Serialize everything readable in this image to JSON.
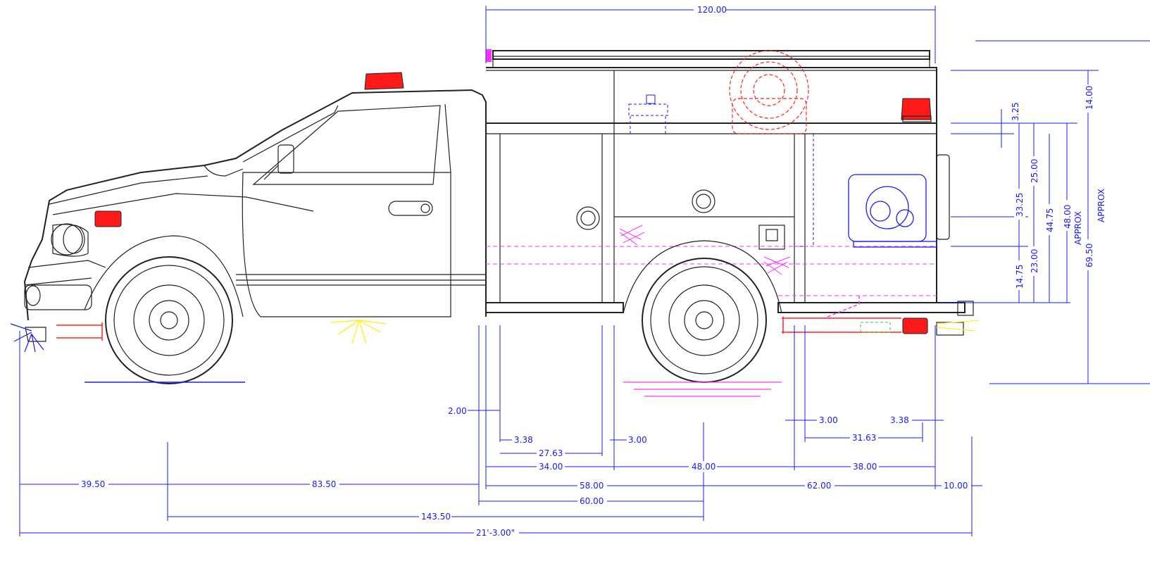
{
  "colors": {
    "linework": "#222222",
    "dimension": "#1a1aff",
    "warning_light": "#ff1a1a",
    "hidden_red": "#ff2020",
    "magenta": "#ff33ff",
    "amber": "#ffee33",
    "green": "#33cc33"
  },
  "dimensions": {
    "overall_body": "120.00",
    "compartment_gap": "2.00",
    "d_3_38_left": "3.38",
    "d_27_63": "27.63",
    "d_3_00_mid": "3.00",
    "d_34_00": "34.00",
    "d_48_00_h": "48.00",
    "d_3_00_right": "3.00",
    "d_3_38_right": "3.38",
    "d_31_63": "31.63",
    "d_38_00": "38.00",
    "front_overhang": "39.50",
    "cab_length": "83.50",
    "d_58_00": "58.00",
    "d_62_00": "62.00",
    "rear_overhang": "10.00",
    "d_60_00": "60.00",
    "wheelbase": "143.50",
    "overall_length": "21'-3.00\"",
    "v_3_25": "3.25",
    "v_33_25": "33.25",
    "v_14_75": "14.75",
    "v_25_00": "25.00",
    "v_23_00": "23.00",
    "v_44_75": "44.75",
    "v_48_00": "48.00",
    "approx_1": "APPROX",
    "v_69_50": "69.50",
    "v_14_00": "14.00",
    "approx_2": "APPROX"
  }
}
